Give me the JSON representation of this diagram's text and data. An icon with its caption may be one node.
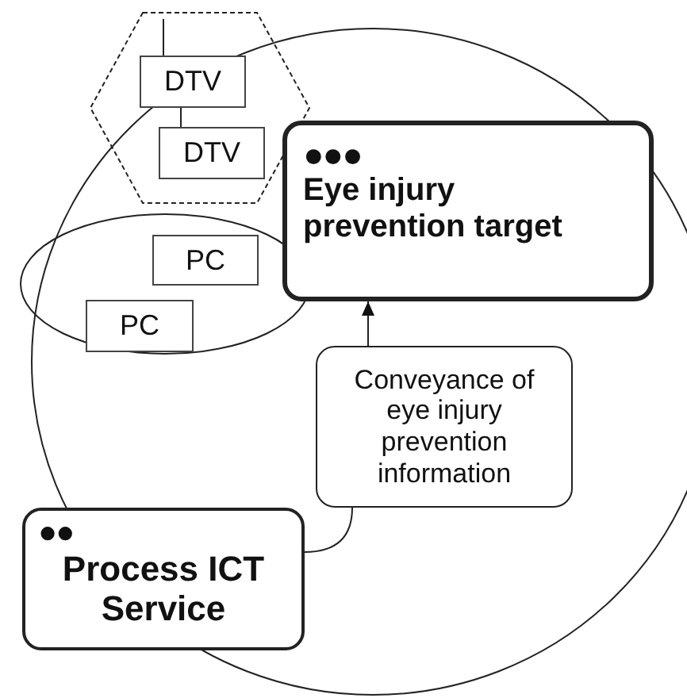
{
  "diagram": {
    "nodes": [
      {
        "text": [],
        "shape": "hexagon"
      },
      {
        "text": [
          "DTV"
        ],
        "in": 0
      },
      {
        "text": [
          "DTV"
        ],
        "in": 0
      },
      {
        "text": [],
        "shape": "ellipse"
      },
      {
        "text": [
          "PC"
        ],
        "in": 3
      },
      {
        "text": [
          "PC"
        ],
        "in": 3
      },
      {
        "text": [
          "●●●",
          "Eye injury prevention target"
        ]
      },
      {
        "text": [
          "Conveyance of eye injury prevention information"
        ]
      },
      {
        "text": [
          "●●",
          "Process ICT Service"
        ]
      }
    ],
    "edges": [
      {
        "from": null,
        "to": 1,
        "arrow": "none"
      },
      {
        "from": 1,
        "to": 2,
        "arrow": "none"
      },
      {
        "from": 7,
        "to": 6,
        "arrow": "to"
      },
      {
        "from": 8,
        "to": 7,
        "arrow": "none"
      }
    ]
  }
}
